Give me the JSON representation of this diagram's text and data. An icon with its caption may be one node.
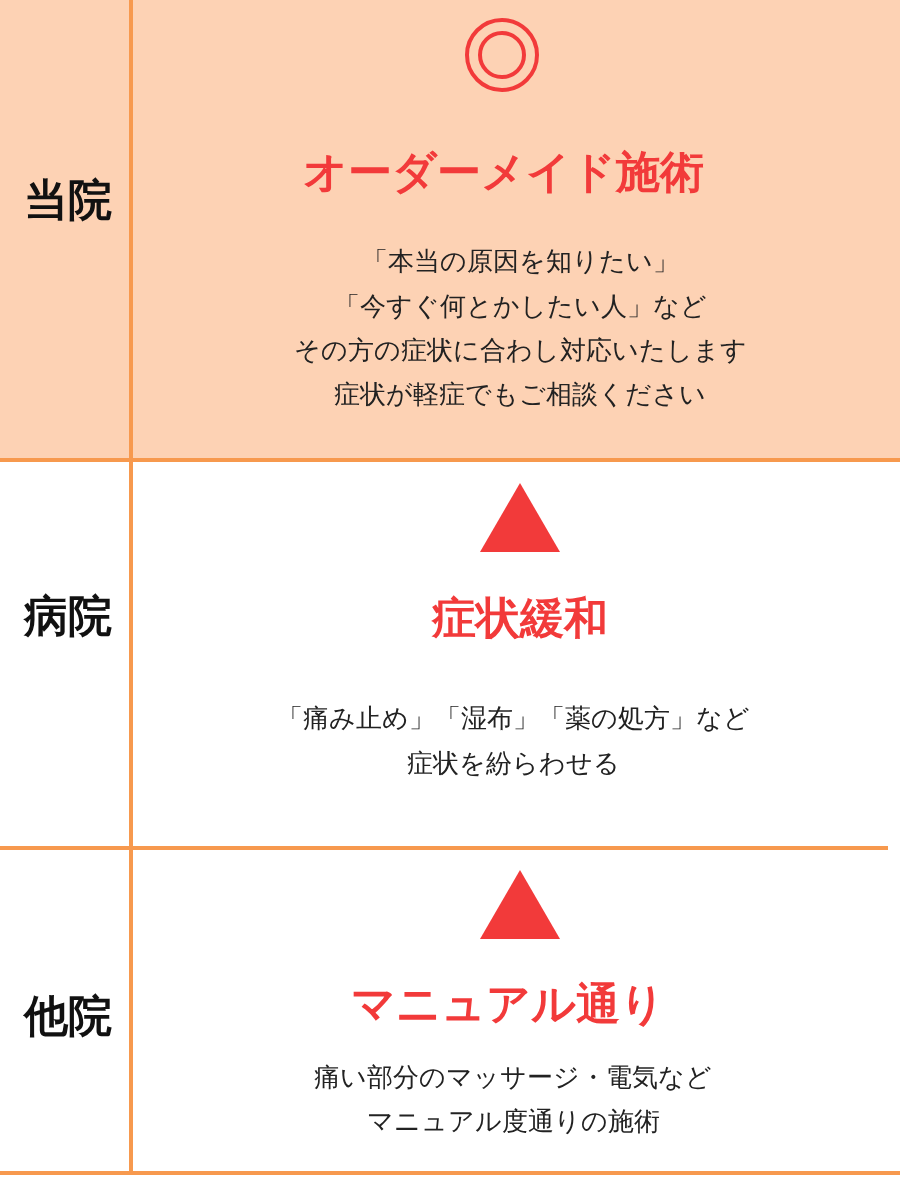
{
  "diagram": {
    "labels": [
      "当院",
      "オーダーメイド施術",
      "「本当の原因を知りたい」",
      "「今すぐ何とかしたい人」など",
      "その方の症状に合わし対応いたします",
      "症状が軽症でもご相談ください",
      "病院",
      "症状緩和",
      "「痛み止め」「湿布」「薬の処方」など",
      "症状を紛らわせる",
      "他院",
      "マニュアル通り",
      "痛い部分のマッサージ・電気など",
      "マニュアル度通りの施術"
    ]
  }
}
